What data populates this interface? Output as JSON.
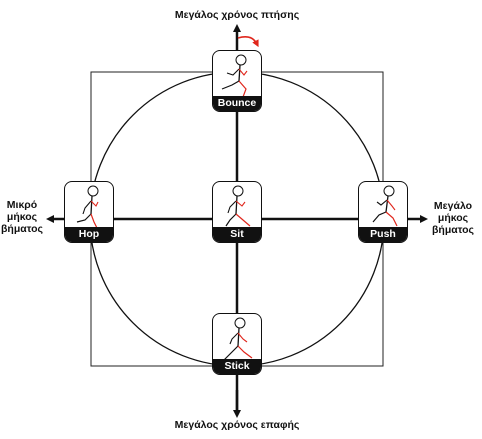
{
  "axes": {
    "top": "Μεγάλος χρόνος πτήσης",
    "bottom": "Μεγάλος χρόνος επαφής",
    "left": [
      "Μικρό",
      "μήκος",
      "βήματος"
    ],
    "right": [
      "Μεγάλο",
      "μήκος",
      "βήματος"
    ]
  },
  "cards": {
    "top": "Bounce",
    "left": "Hop",
    "center": "Sit",
    "right": "Push",
    "bottom": "Stick"
  },
  "colors": {
    "line": "#111111",
    "accent": "#e0261c"
  }
}
